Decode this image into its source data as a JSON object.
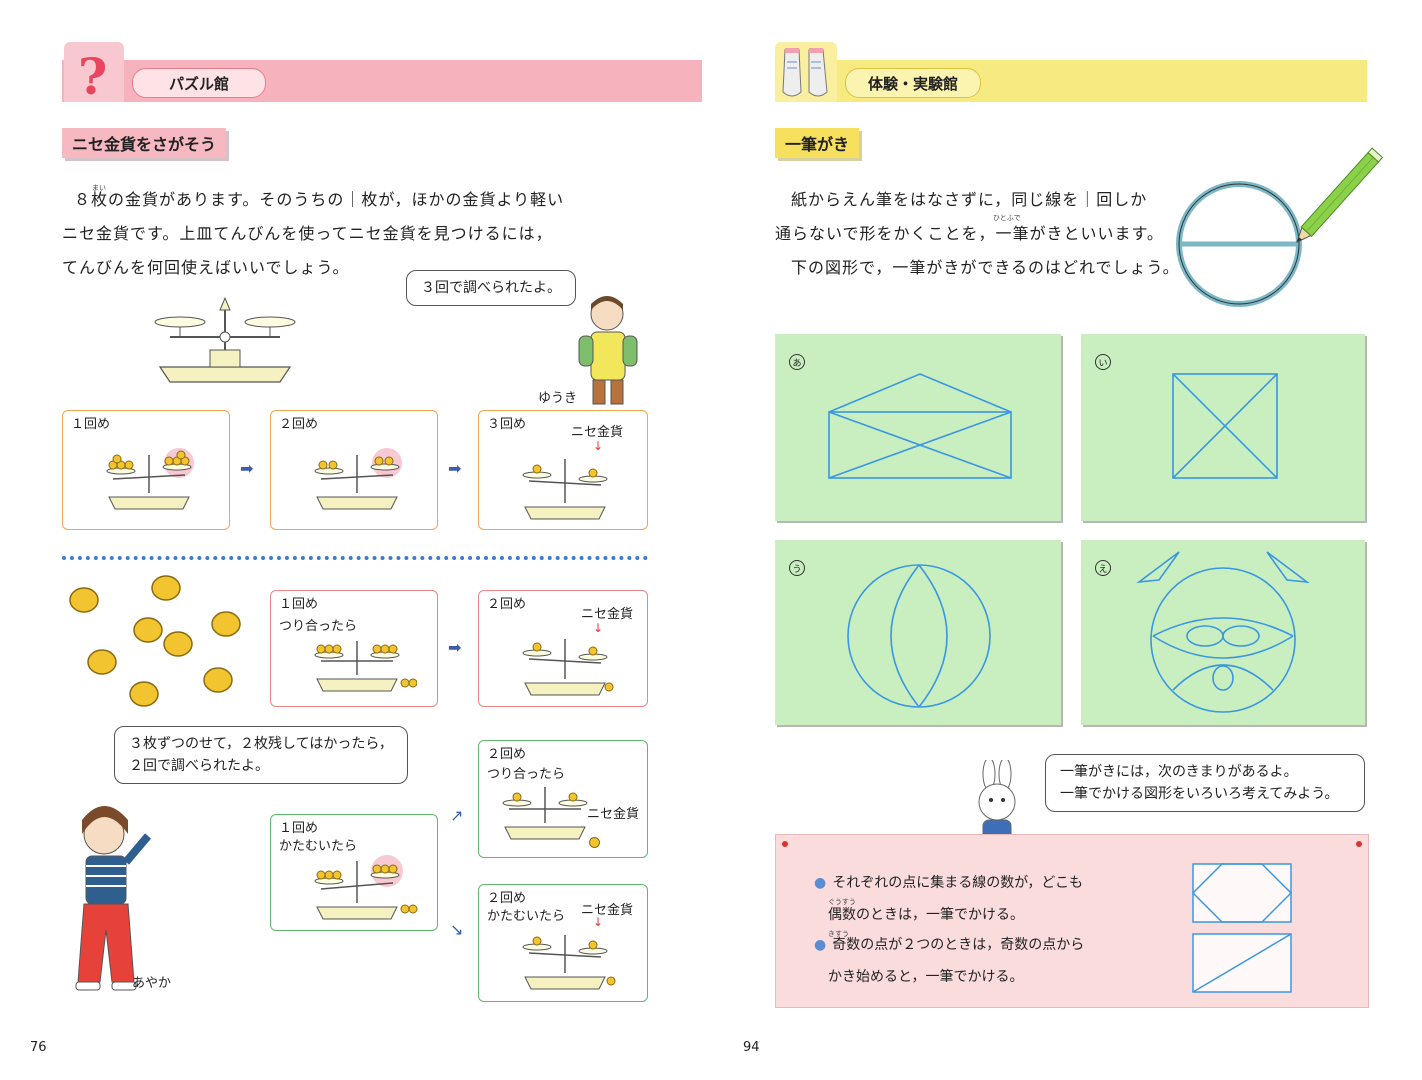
{
  "left_page": {
    "header_label": "パズル館",
    "section_title": "ニセ金貨をさがそう",
    "intro_lines": [
      "８枚の金貨があります。そのうちの｜枚が，ほかの金貨より軽い",
      "ニセ金貨です。上皿てんびんを使ってニセ金貨を見つけるには，",
      "てんびんを何回使えばいいでしょう。"
    ],
    "ruby_mai": "まい",
    "yuki_bubble": "３回で調べられたよ。",
    "yuki_name": "ゆうき",
    "row1": [
      "１回め",
      "２回め",
      "３回め"
    ],
    "fake_coin": "ニセ金貨",
    "row2": {
      "p1_title": "１回め",
      "p1_sub": "つり合ったら",
      "p2_title": "２回め"
    },
    "ayaka_bubble": [
      "３枚ずつのせて，２枚残してはかったら，",
      "２回で調べられたよ。"
    ],
    "ayaka_name": "あやか",
    "row3": {
      "upper_title": "２回め",
      "upper_sub": "つり合ったら",
      "mid_title": "１回め",
      "mid_sub": "かたむいたら",
      "lower_title": "２回め",
      "lower_sub": "かたむいたら"
    },
    "page_number": "76"
  },
  "right_page": {
    "header_label": "体験・実験館",
    "section_title": "一筆がき",
    "intro_lines": [
      "紙からえん筆をはなさずに，同じ線を｜回しか",
      "通らないで形をかくことを，一筆がきといいます。",
      "下の図形で，一筆がきができるのはどれでしょう。"
    ],
    "ruby_hitofude": "ひとふで",
    "figure_marks": [
      "あ",
      "い",
      "う",
      "え"
    ],
    "rabbit_bubble": [
      "一筆がきには，次のきまりがあるよ。",
      "一筆でかける図形をいろいろ考えてみよう。"
    ],
    "rules": [
      "それぞれの点に集まる線の数が，どこも",
      "偶数のときは，一筆でかける。",
      "奇数の点が２つのときは，奇数の点から",
      "かき始めると，一筆でかける。"
    ],
    "ruby_guusuu": "ぐうすう",
    "ruby_kisuu": "きすう",
    "page_number": "94"
  },
  "colors": {
    "left_header": "#f6b3bd",
    "right_header": "#f7ea80",
    "orange_panel": "#f0a452",
    "pink_panel": "#e98585",
    "green_panel": "#5fb96a",
    "figure_bg": "#c9efc1",
    "figure_line": "#3a97e0",
    "coin": "#f2c530"
  }
}
